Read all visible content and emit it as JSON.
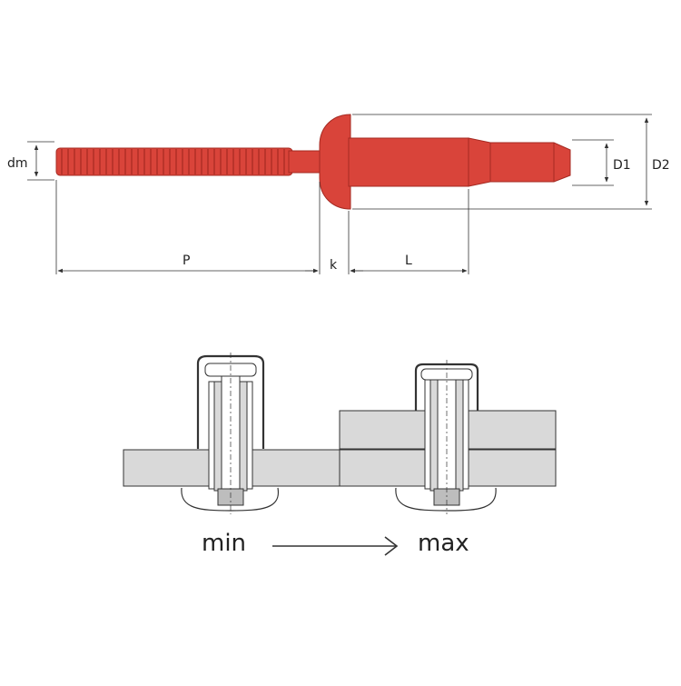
{
  "labels": {
    "dm": "dm",
    "p": "P",
    "k": "k",
    "l": "L",
    "d1": "D1",
    "d2": "D2",
    "min": "min",
    "max": "max"
  },
  "colors": {
    "rivet_fill": "#d9443a",
    "rivet_stroke": "#a52a22",
    "plate_fill": "#d9d9d9",
    "line": "#333333",
    "background": "#ffffff"
  },
  "icons": {
    "arrow": "right-arrow-icon"
  }
}
